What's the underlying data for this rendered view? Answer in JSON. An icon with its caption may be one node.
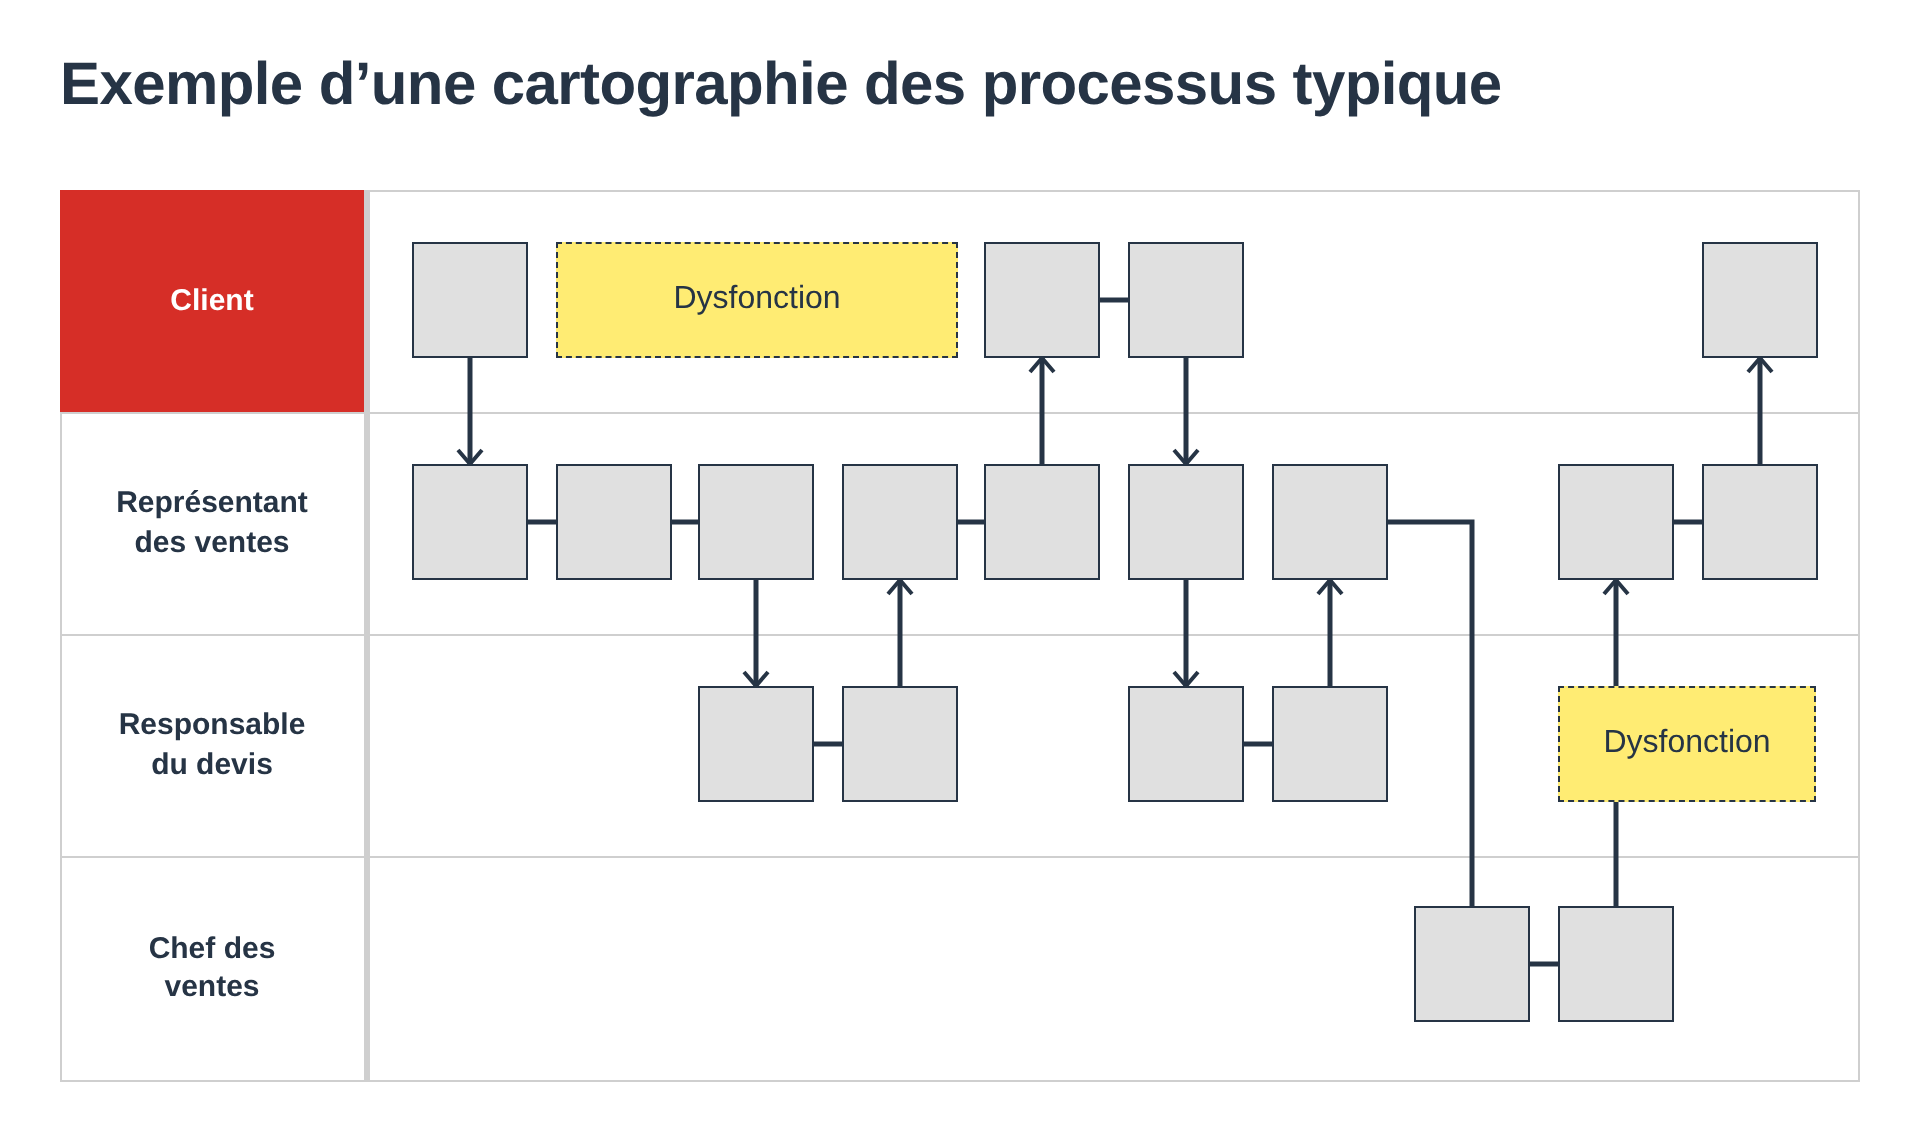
{
  "diagram": {
    "title": "Exemple d’une cartographie des processus typique",
    "nodes": [
      {
        "text": [
          "Client"
        ]
      },
      {
        "text": [
          "Représentant des ventes"
        ]
      },
      {
        "text": [
          "Responsable du devis"
        ]
      },
      {
        "text": [
          "Chef des ventes"
        ]
      },
      {
        "text": [],
        "shape": "box"
      },
      {
        "text": [
          "Dysfonction"
        ]
      },
      {
        "text": [],
        "shape": "box"
      },
      {
        "text": [],
        "shape": "box"
      },
      {
        "text": [],
        "shape": "box"
      },
      {
        "text": [],
        "shape": "box"
      },
      {
        "text": [],
        "shape": "box"
      },
      {
        "text": [],
        "shape": "box"
      },
      {
        "text": [],
        "shape": "box"
      },
      {
        "text": [],
        "shape": "box"
      },
      {
        "text": [],
        "shape": "box"
      },
      {
        "text": [],
        "shape": "box"
      },
      {
        "text": [],
        "shape": "box"
      },
      {
        "text": [],
        "shape": "box"
      },
      {
        "text": [],
        "shape": "box"
      },
      {
        "text": [],
        "shape": "box"
      },
      {
        "text": [],
        "shape": "box"
      },
      {
        "text": [],
        "shape": "box"
      },
      {
        "text": [
          "Dysfonction"
        ]
      },
      {
        "text": [],
        "shape": "box"
      },
      {
        "text": [],
        "shape": "box"
      }
    ],
    "edges": [
      {
        "from": 4,
        "to": 9,
        "arrow": "to"
      },
      {
        "from": 6,
        "to": 7,
        "arrow": "none"
      },
      {
        "from": 13,
        "to": 6,
        "arrow": "to"
      },
      {
        "from": 7,
        "to": 14,
        "arrow": "to"
      },
      {
        "from": 17,
        "to": 8,
        "arrow": "to"
      },
      {
        "from": 9,
        "to": 10,
        "arrow": "none"
      },
      {
        "from": 10,
        "to": 11,
        "arrow": "none"
      },
      {
        "from": 11,
        "to": 18,
        "arrow": "to"
      },
      {
        "from": 18,
        "to": 19,
        "arrow": "none"
      },
      {
        "from": 19,
        "to": 12,
        "arrow": "to"
      },
      {
        "from": 12,
        "to": 13,
        "arrow": "none"
      },
      {
        "from": 14,
        "to": 20,
        "arrow": "to"
      },
      {
        "from": 20,
        "to": 21,
        "arrow": "none"
      },
      {
        "from": 21,
        "to": 15,
        "arrow": "to"
      },
      {
        "from": 15,
        "to": 23,
        "arrow": "none"
      },
      {
        "from": 23,
        "to": 24,
        "arrow": "none"
      },
      {
        "from": 24,
        "to": 22,
        "arrow": "none"
      },
      {
        "from": 22,
        "to": 16,
        "arrow": "to"
      },
      {
        "from": 16,
        "to": 17,
        "arrow": "none"
      }
    ]
  }
}
